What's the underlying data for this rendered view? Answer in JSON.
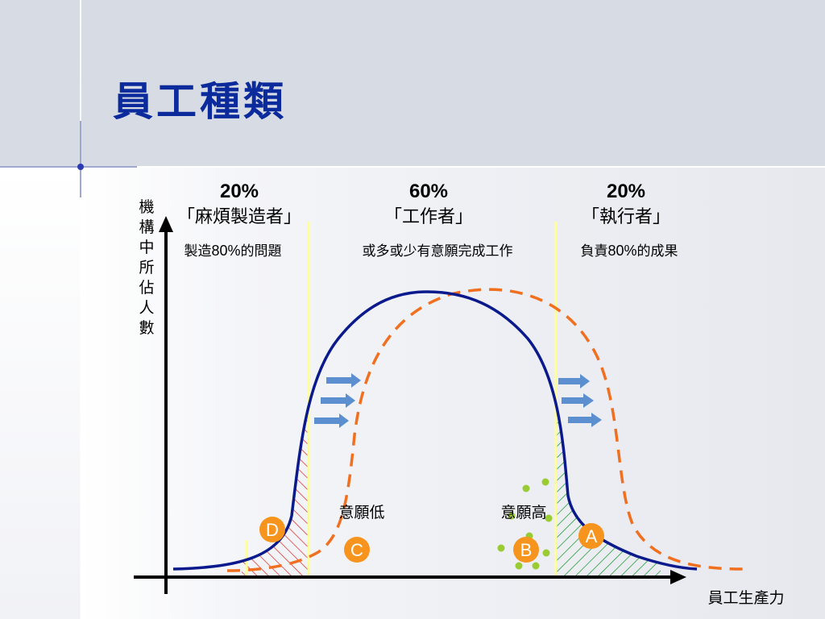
{
  "slide": {
    "title": "員工種類"
  },
  "groups": [
    {
      "percent": "20%",
      "name": "「麻煩製造者」",
      "desc_prefix": "製造",
      "desc_num": "80%",
      "desc_suffix": "的問題"
    },
    {
      "percent": "60%",
      "name": "「工作者」",
      "desc": "或多或少有意願完成工作"
    },
    {
      "percent": "20%",
      "name": "「執行者」",
      "desc_prefix": "負責",
      "desc_num": "80%",
      "desc_suffix": "的成果"
    }
  ],
  "axes": {
    "y_label": [
      "機",
      "構",
      "中",
      "所",
      "佔",
      "人",
      "數"
    ],
    "x_label": "員工生產力"
  },
  "annotations": {
    "low_willingness": "意願低",
    "high_willingness": "意願高"
  },
  "markers": [
    {
      "label": "D"
    },
    {
      "label": "C"
    },
    {
      "label": "B"
    },
    {
      "label": "A"
    }
  ],
  "colors": {
    "title": "#0b2a9c",
    "curve": "#0a1a8c",
    "dashed_curve": "#f07020",
    "divider": "#ffff99",
    "marker": "#f7941d",
    "arrow": "#5b8fd0",
    "hatch_red": "#e03030",
    "hatch_green": "#1a9a30",
    "dots": "#99cc33"
  }
}
